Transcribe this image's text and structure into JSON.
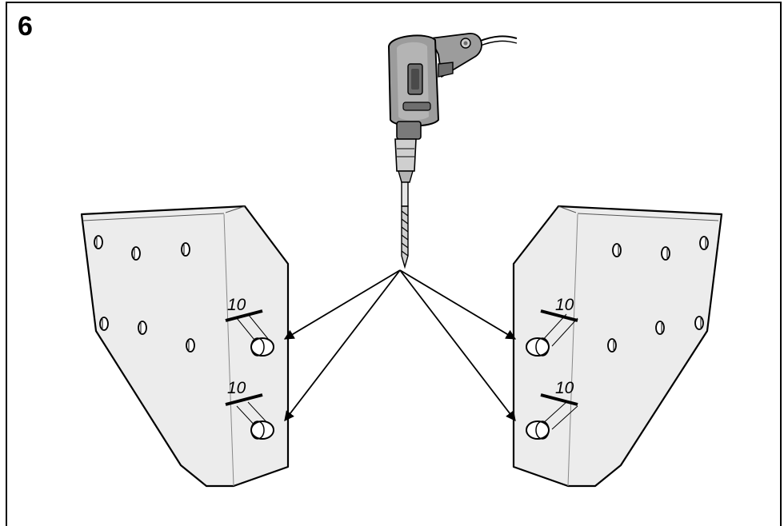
{
  "step": {
    "number": "6"
  },
  "dimensions": {
    "left_upper": "10",
    "left_lower": "10",
    "right_upper": "10",
    "right_lower": "10"
  },
  "colors": {
    "frame": "#000000",
    "panel_fill": "#ececec",
    "drill_body": "#9c9c9c",
    "drill_dark": "#6e6e6e",
    "drill_light": "#cfcfcf",
    "line": "#000000"
  },
  "icons": [
    "drill-icon",
    "arrow-icon"
  ]
}
